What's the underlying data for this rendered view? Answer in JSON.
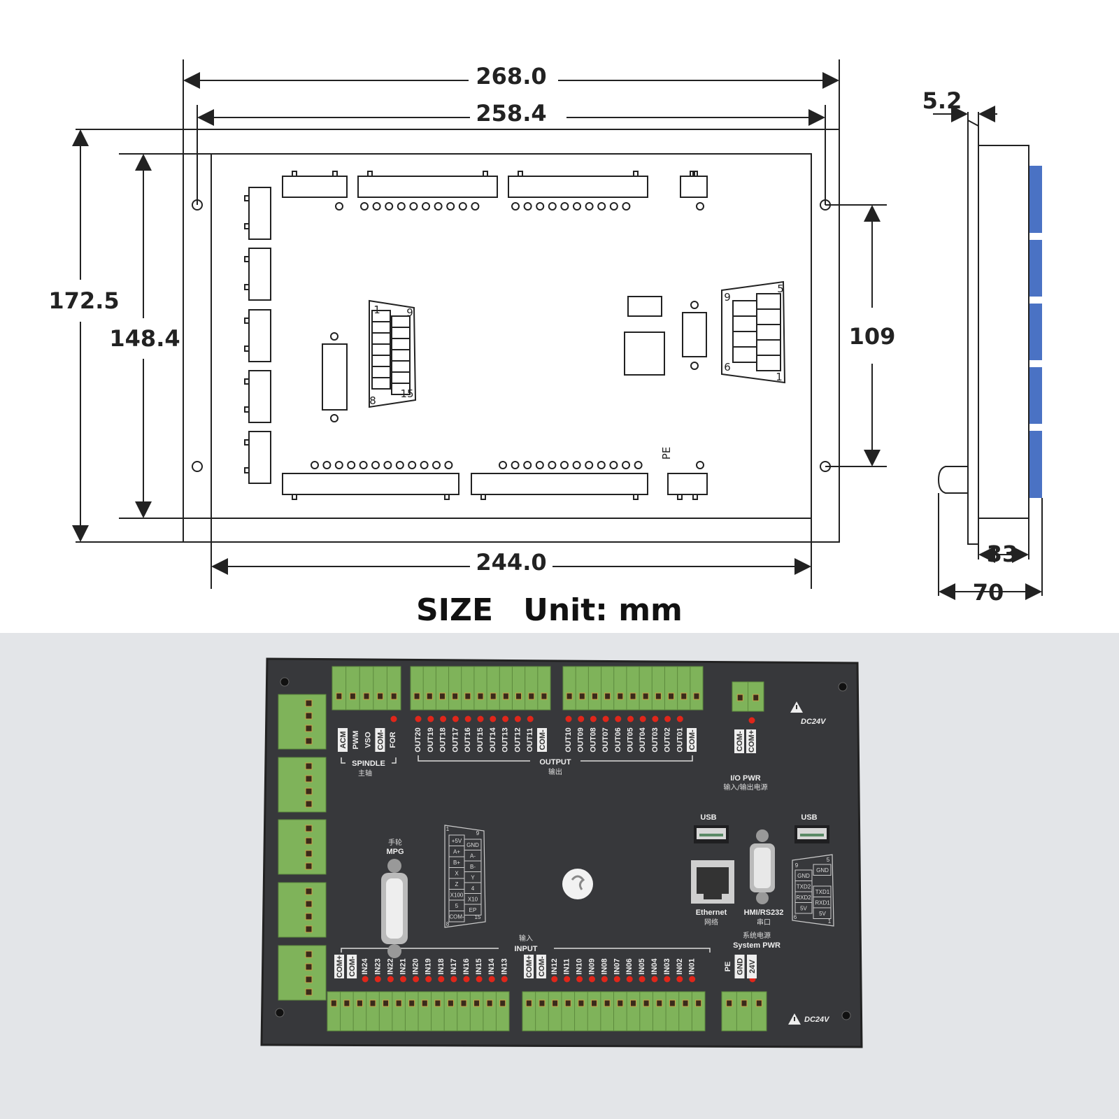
{
  "drawing": {
    "dimensions": {
      "overall_width": "268.0",
      "hole_spacing_width": "258.4",
      "overall_height": "172.5",
      "inner_height": "148.4",
      "hole_spacing_height": "109",
      "inner_width": "244.0",
      "plate_thickness": "5.2",
      "body_depth": "33",
      "total_depth": "70"
    },
    "pin_marks": {
      "db15_1": "1",
      "db15_9": "9",
      "db15_8": "8",
      "db15_15": "15",
      "db9_5": "5",
      "db9_9": "9",
      "db9_6": "6",
      "db9_1": "1",
      "pe": "PE"
    },
    "caption": {
      "size": "SIZE",
      "unit": "Unit: mm"
    }
  },
  "board": {
    "colors": {
      "panel": "#3b3c3f",
      "terminal": "#7fb35a",
      "led": "#e0261a",
      "background": "#e3e5e8"
    },
    "spindle": {
      "pins": [
        "ACM",
        "PWM",
        "VSO",
        "COM-",
        "FOR"
      ],
      "title": "SPINDLE",
      "title_cn": "主轴"
    },
    "output": {
      "pins_a": [
        "OUT20",
        "OUT19",
        "OUT18",
        "OUT17",
        "OUT16",
        "OUT15",
        "OUT14",
        "OUT13",
        "OUT12",
        "OUT11",
        "COM-"
      ],
      "pins_b": [
        "OUT10",
        "OUT09",
        "OUT08",
        "OUT07",
        "OUT06",
        "OUT05",
        "OUT04",
        "OUT03",
        "OUT02",
        "OUT01",
        "COM-"
      ],
      "title": "OUTPUT",
      "title_cn": "输出"
    },
    "io_pwr": {
      "pins": [
        "COM-",
        "COM+"
      ],
      "title": "I/O PWR",
      "title_cn": "输入/输出电源",
      "warning": "DC24V"
    },
    "usb_left": "USB",
    "usb_right": "USB",
    "ethernet": {
      "label": "Ethernet",
      "label_cn": "网络"
    },
    "hmi": {
      "label": "HMI/RS232",
      "label_cn": "串口"
    },
    "mpg": {
      "label": "MPG",
      "label_cn": "手轮",
      "pinout_left": [
        "+5V",
        "A+",
        "B+",
        "X",
        "Z",
        "X100",
        "5",
        "COM-"
      ],
      "pinout_right": [
        "GND",
        "A-",
        "B-",
        "Y",
        "4",
        "X10",
        "EP"
      ],
      "n1": "1",
      "n9": "9",
      "n8": "8",
      "n15": "15"
    },
    "rs232_pinout": {
      "left": [
        "GND",
        "TXD2",
        "RXD2",
        "5V"
      ],
      "right": [
        "GND",
        "TXD1",
        "RXD1",
        "5V"
      ],
      "n9": "9",
      "n5": "5",
      "n6": "6",
      "n1": "1"
    },
    "input": {
      "pins_a": [
        "COM+",
        "COM-",
        "IN24",
        "IN23",
        "IN22",
        "IN21",
        "IN20",
        "IN19",
        "IN18",
        "IN17",
        "IN16",
        "IN15",
        "IN14",
        "IN13"
      ],
      "pins_b": [
        "COM+",
        "COM-",
        "IN12",
        "IN11",
        "IN10",
        "IN09",
        "IN08",
        "IN07",
        "IN06",
        "IN05",
        "IN04",
        "IN03",
        "IN02",
        "IN01"
      ],
      "title": "INPUT",
      "title_cn": "输入"
    },
    "system_pwr": {
      "pins": [
        "PE",
        "GND",
        "24V"
      ],
      "title": "System PWR",
      "title_cn": "系统电源",
      "warning": "DC24V"
    }
  }
}
